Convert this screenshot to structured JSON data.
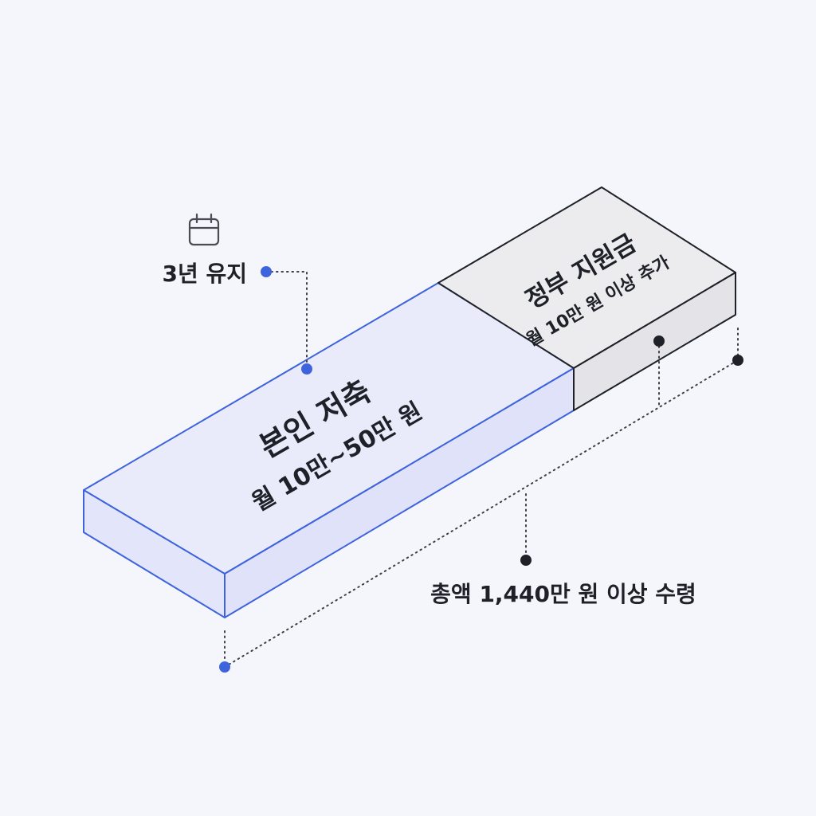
{
  "labels": {
    "duration": "3년 유지",
    "personal_title": "본인 저축",
    "personal_amount": "월 10만~50만 원",
    "gov_title": "정부 지원금",
    "gov_amount": "월 10만 원 이상 추가",
    "total": "총액 1,440만 원 이상 수령"
  },
  "icons": {
    "duration": "calendar-icon"
  },
  "colors": {
    "background": "#f4f6fb",
    "accent_blue": "#3d63dd",
    "personal_top": "#e9ebfb",
    "personal_side": "#dfe2f8",
    "gov_top": "#ececef",
    "gov_side": "#e4e4e8",
    "outline_dark": "#1f2128",
    "marker_dark": "#1f2128"
  }
}
